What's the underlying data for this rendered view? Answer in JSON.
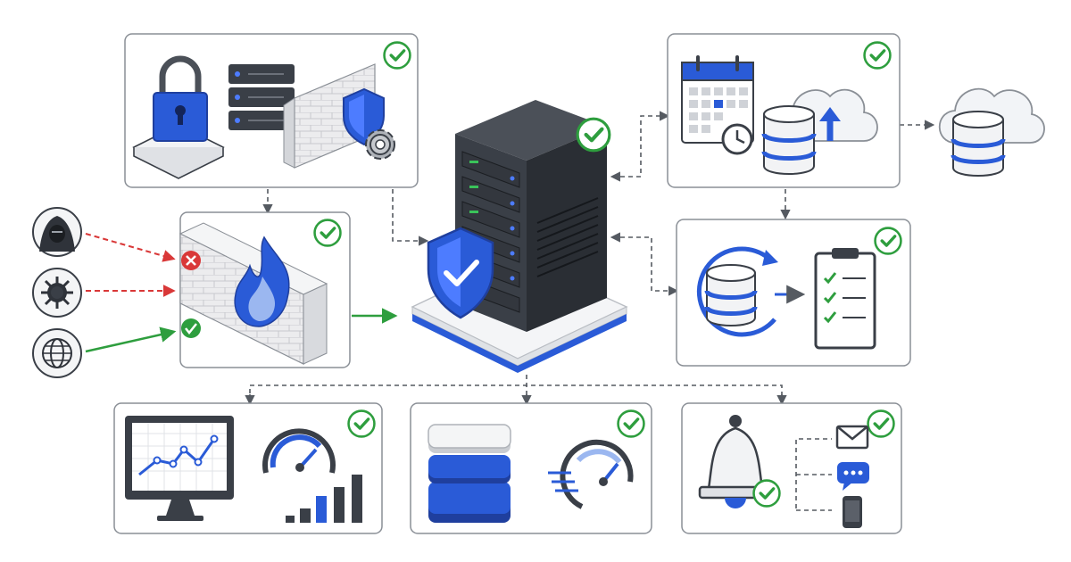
{
  "colors": {
    "blue": "#2a5bd7",
    "blue_dark": "#1f3f9e",
    "blue_light": "#9bb7f0",
    "green": "#2e9e3e",
    "red": "#d93838",
    "dark": "#3a3f47",
    "panel_border": "#8a8f96",
    "brick": "#e9eaec"
  },
  "panels": [
    {
      "id": "perimeter-security",
      "icons": [
        "padlock-icon",
        "server-stack-icon",
        "firewall-wall-icon",
        "shield-icon",
        "gear-icon"
      ],
      "status": "check-badge-icon"
    },
    {
      "id": "firewall-filtering",
      "icons": [
        "brick-wall-icon",
        "fire-icon",
        "blocked-x-icon",
        "allowed-check-icon"
      ],
      "status": "check-badge-icon"
    },
    {
      "id": "scheduled-cloud-backup",
      "icons": [
        "calendar-icon",
        "clock-icon",
        "database-icon",
        "cloud-upload-icon"
      ],
      "status": "check-badge-icon"
    },
    {
      "id": "backup-verification",
      "icons": [
        "database-icon",
        "circular-arrow-icon",
        "checklist-clipboard-icon"
      ],
      "status": "check-badge-icon"
    },
    {
      "id": "performance-monitoring",
      "icons": [
        "monitor-line-chart-icon",
        "speedometer-icon",
        "bar-chart-icon"
      ],
      "status": "check-badge-icon"
    },
    {
      "id": "storage-speed",
      "icons": [
        "storage-layers-icon",
        "speedometer-icon"
      ],
      "status": "check-badge-icon"
    },
    {
      "id": "alert-notifications",
      "icons": [
        "bell-icon",
        "email-icon",
        "chat-bubble-icon",
        "smartphone-icon"
      ],
      "status": "check-badge-icon"
    }
  ],
  "central_server": {
    "icons": [
      "server-tower-icon",
      "shield-check-icon",
      "platform-icon"
    ],
    "status": "check-badge-icon"
  },
  "offsite_storage": {
    "icons": [
      "cloud-icon",
      "database-icon"
    ]
  },
  "traffic_sources": [
    {
      "icon": "hacker-icon",
      "result": "blocked"
    },
    {
      "icon": "virus-icon",
      "result": "blocked"
    },
    {
      "icon": "globe-icon",
      "result": "allowed"
    }
  ]
}
